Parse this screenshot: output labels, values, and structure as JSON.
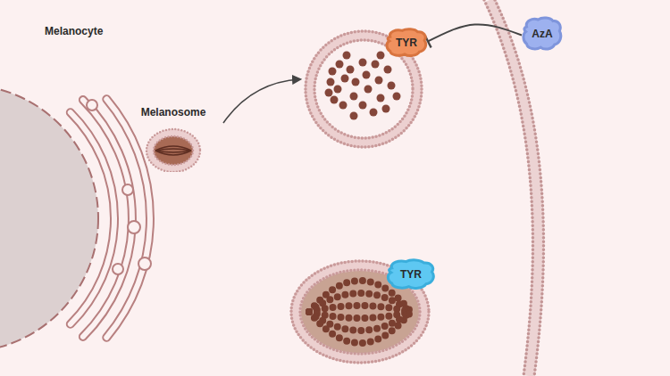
{
  "diagram": {
    "nodes": [
      {
        "text": [
          "Melanosome"
        ]
      },
      {
        "text": [
          "TYR"
        ]
      },
      {
        "text": [
          "AzA"
        ]
      },
      {
        "text": [
          "TYR"
        ]
      }
    ],
    "edges": [
      {
        "from": 2,
        "to": 1,
        "arrow": "to"
      }
    ],
    "labels": [
      "Melanocyte"
    ]
  }
}
